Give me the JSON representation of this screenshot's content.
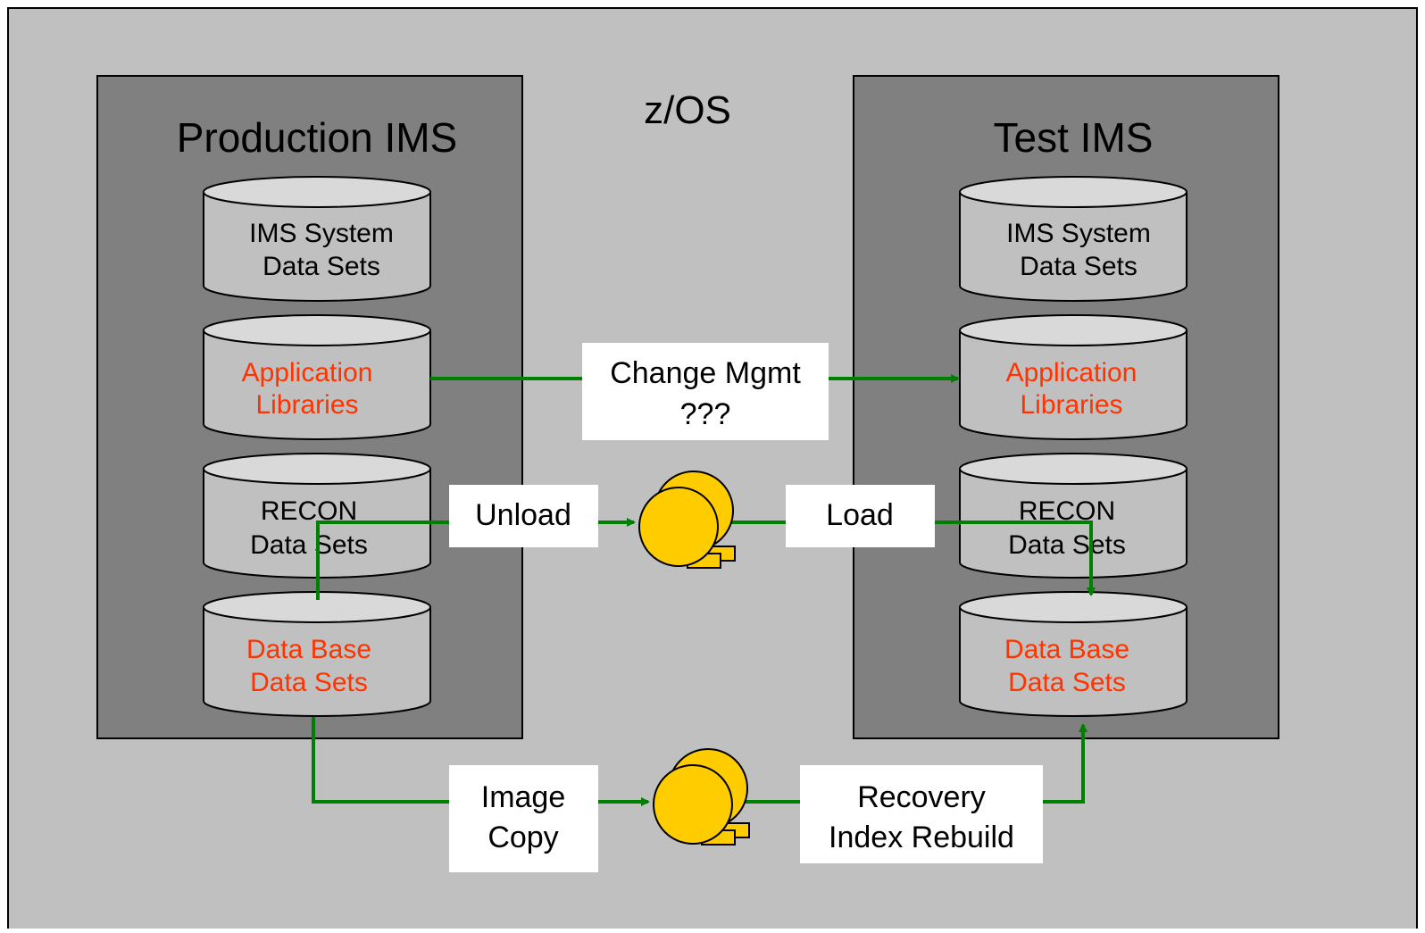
{
  "diagram": {
    "os_label": "z/OS",
    "production": {
      "title": "Production IMS",
      "ims_system": [
        "IMS System",
        "Data Sets"
      ],
      "app_libraries": [
        "Application",
        "Libraries"
      ],
      "recon": [
        "RECON",
        "Data Sets"
      ],
      "database": [
        "Data Base",
        "Data Sets"
      ]
    },
    "test": {
      "title": "Test IMS",
      "ims_system": [
        "IMS System",
        "Data Sets"
      ],
      "app_libraries": [
        "Application",
        "Libraries"
      ],
      "recon": [
        "RECON",
        "Data Sets"
      ],
      "database": [
        "Data Base",
        "Data Sets"
      ]
    },
    "process_labels": {
      "change_mgmt": [
        "Change Mgmt",
        "???"
      ],
      "unload": "Unload",
      "load": "Load",
      "image_copy": [
        "Image",
        "Copy"
      ],
      "recovery": [
        "Recovery",
        "Index Rebuild"
      ]
    },
    "colors": {
      "background": "#c0c0c0",
      "ims_box": "#808080",
      "cylinder": "#c0c0c0",
      "cylinder_top": "#d9d9d9",
      "highlight_text": "#ff3300",
      "arrow": "#008000",
      "tape": "#ffcc00"
    }
  }
}
